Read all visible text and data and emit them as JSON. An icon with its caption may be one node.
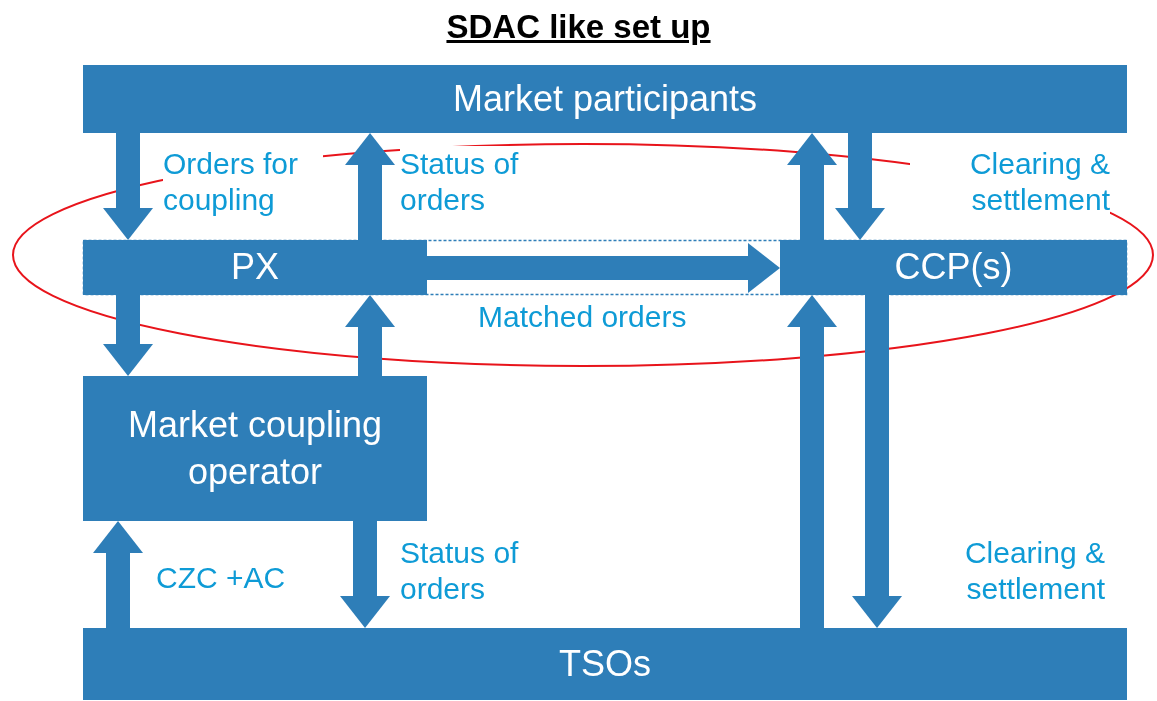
{
  "diagram": {
    "title": "SDAC like set up",
    "nodes": [
      {
        "text": [
          "Market participants"
        ]
      },
      {
        "text": [
          "PX"
        ]
      },
      {
        "text": [
          "CCP(s)"
        ]
      },
      {
        "text": [
          "Market coupling operator"
        ]
      },
      {
        "text": [
          "TSOs"
        ]
      }
    ],
    "edges": [
      {
        "from": 0,
        "to": 1,
        "arrow": "to",
        "label": "Orders for coupling"
      },
      {
        "from": 1,
        "to": 0,
        "arrow": "to",
        "label": "Status of orders"
      },
      {
        "from": 1,
        "to": 2,
        "arrow": "to",
        "label": "Matched orders"
      },
      {
        "from": 2,
        "to": 0,
        "arrow": "to"
      },
      {
        "from": 0,
        "to": 2,
        "arrow": "to",
        "label": "Clearing & settlement"
      },
      {
        "from": 1,
        "to": 3,
        "arrow": "to"
      },
      {
        "from": 3,
        "to": 1,
        "arrow": "to"
      },
      {
        "from": 4,
        "to": 3,
        "arrow": "to",
        "label": "CZC +AC"
      },
      {
        "from": 3,
        "to": 4,
        "arrow": "to",
        "label": "Status of orders"
      },
      {
        "from": 4,
        "to": 2,
        "arrow": "to"
      },
      {
        "from": 2,
        "to": 4,
        "arrow": "to",
        "label": "Clearing & settlement"
      }
    ]
  }
}
